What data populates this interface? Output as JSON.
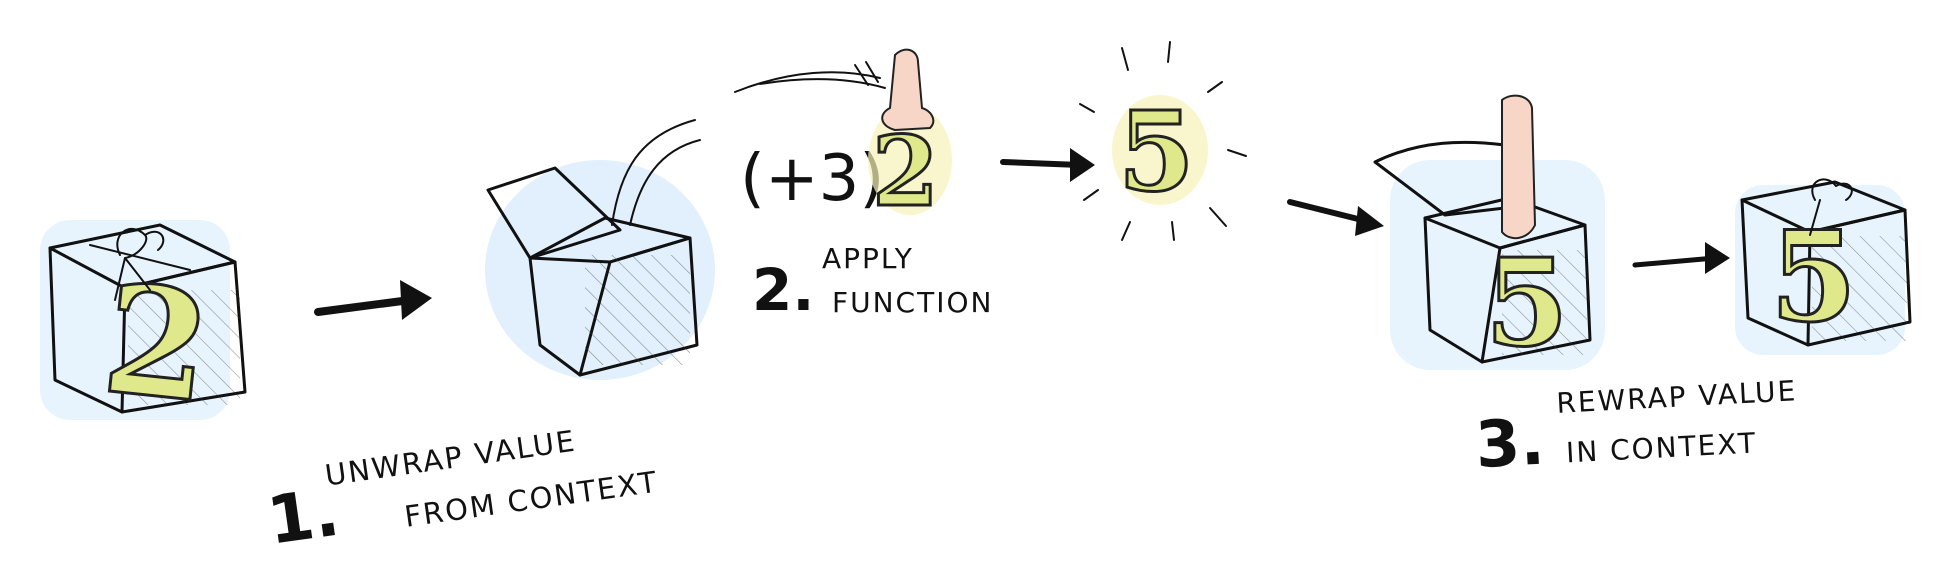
{
  "colors": {
    "box_fill": "#cfe6f7",
    "box_glow": "#d9ecfb",
    "number_fill": "#dfe88a",
    "number_glow": "#f6f2b8",
    "hand_fill": "#f7d6c8",
    "ink": "#111111"
  },
  "diagram": {
    "start_value": "2",
    "function_label": "(+3)",
    "function_input": "2",
    "result_value": "5",
    "end_value": "5",
    "steps": [
      {
        "number": "1.",
        "line1": "UNWRAP VALUE",
        "line2": "FROM CONTEXT"
      },
      {
        "number": "2.",
        "line1": "APPLY",
        "line2": "FUNCTION"
      },
      {
        "number": "3.",
        "line1": "REWRAP VALUE",
        "line2": "IN CONTEXT"
      }
    ]
  }
}
